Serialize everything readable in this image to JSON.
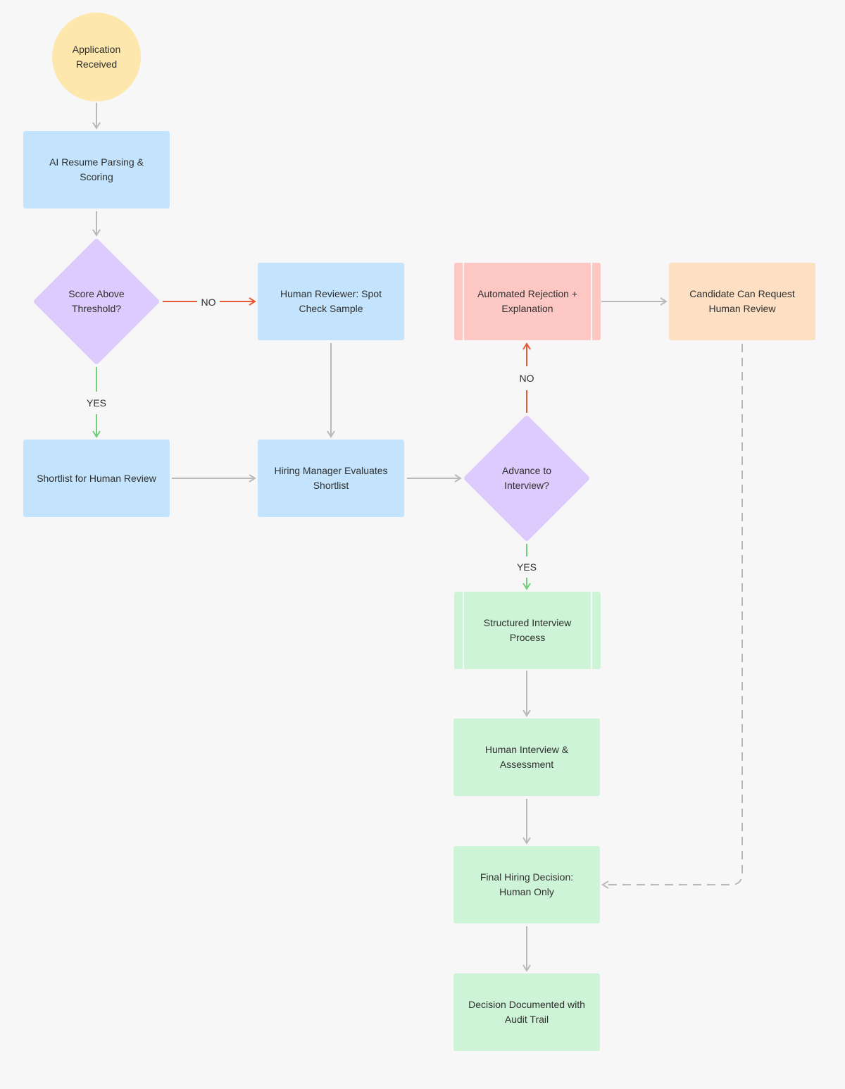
{
  "colors": {
    "start": "#fde7ad",
    "process_blue": "#c3e4fc",
    "decision": "#dccbfc",
    "rejection": "#fdc8c3",
    "request": "#fddfc3",
    "green": "#cdf4d6",
    "edge_gray": "#b9b9b9",
    "edge_no": "#e8593a",
    "edge_yes": "#6fcf7a"
  },
  "nodes": {
    "application_received": "Application\nReceived",
    "ai_resume_parsing": "AI Resume Parsing &\nScoring",
    "score_above_threshold": "Score Above\nThreshold?",
    "human_reviewer_spot_check": "Human Reviewer: Spot\nCheck Sample",
    "automated_rejection": "Automated Rejection +\nExplanation",
    "candidate_request_review": "Candidate Can Request\nHuman Review",
    "shortlist_human_review": "Shortlist for Human Review",
    "hiring_manager_evaluates": "Hiring Manager Evaluates\nShortlist",
    "advance_to_interview": "Advance to\nInterview?",
    "structured_interview": "Structured Interview\nProcess",
    "human_interview_assessment": "Human Interview &\nAssessment",
    "final_hiring_decision": "Final Hiring Decision:\nHuman Only",
    "decision_documented": "Decision Documented with\nAudit Trail"
  },
  "edge_labels": {
    "threshold_no": "NO",
    "threshold_yes": "YES",
    "advance_no": "NO",
    "advance_yes": "YES"
  }
}
